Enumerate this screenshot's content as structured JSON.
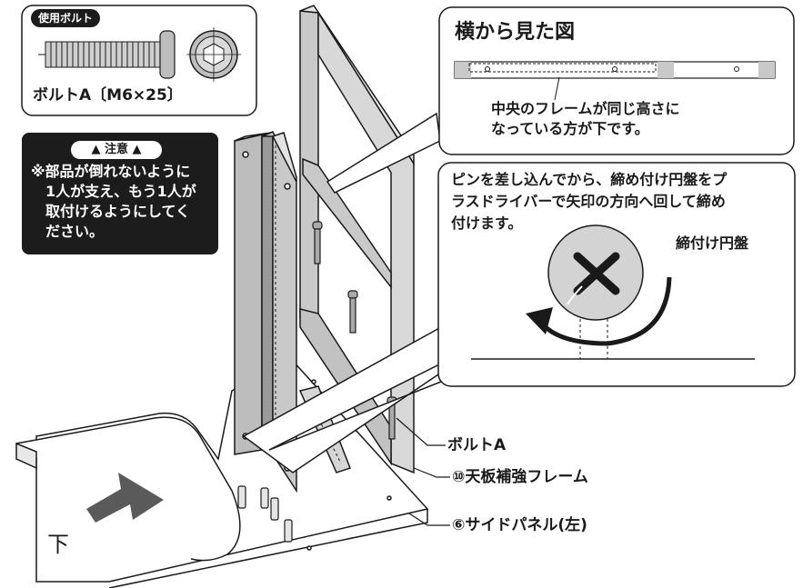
{
  "bolt_panel": {
    "tag": "使用ボルト",
    "caption": "ボルトA〔M6×25〕"
  },
  "warning": {
    "title": "注意",
    "lines": [
      "※部品が倒れないように",
      "1人が支え、もう1人が",
      "取付けるようにしてく",
      "ださい。"
    ]
  },
  "side_view": {
    "title": "横から見た図",
    "note_lines": [
      "中央のフレームが同じ高さに",
      "なっている方が下です。"
    ]
  },
  "screw_detail": {
    "instruction_lines": [
      "ピンを差し込んでから、締め付け円盤をプ",
      "ラスドライバーで矢印の方向へ回して締め",
      "付けます。"
    ],
    "disc_label": "締付け円盤"
  },
  "parts": {
    "bolt_label": "ボルトA",
    "frame_label": "⑩天板補強フレーム",
    "panel_label": "⑥サイドパネル(左)"
  },
  "direction_label": "下",
  "colors": {
    "line": "#1a1a1a",
    "panel_gray": "#c9c9c9",
    "panel_shadow": "#9a9a9a",
    "warn_bg": "#1c1c1c",
    "arrow_gray": "#555555"
  }
}
